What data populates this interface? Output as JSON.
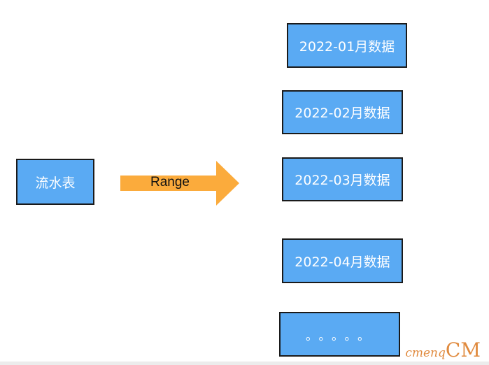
{
  "diagram": {
    "source": {
      "label": "流水表"
    },
    "arrow": {
      "label": "Range",
      "color": "#fbab3c"
    },
    "targets": [
      {
        "label": "2022-01月数据"
      },
      {
        "label": "2022-02月数据"
      },
      {
        "label": "2022-03月数据"
      },
      {
        "label": "2022-04月数据"
      },
      {
        "label": "。。。。。"
      }
    ],
    "box_color": "#5aaaf3"
  },
  "watermark": {
    "prefix": "cmenq",
    "suffix": "CM",
    "color": "#e08a3e"
  }
}
